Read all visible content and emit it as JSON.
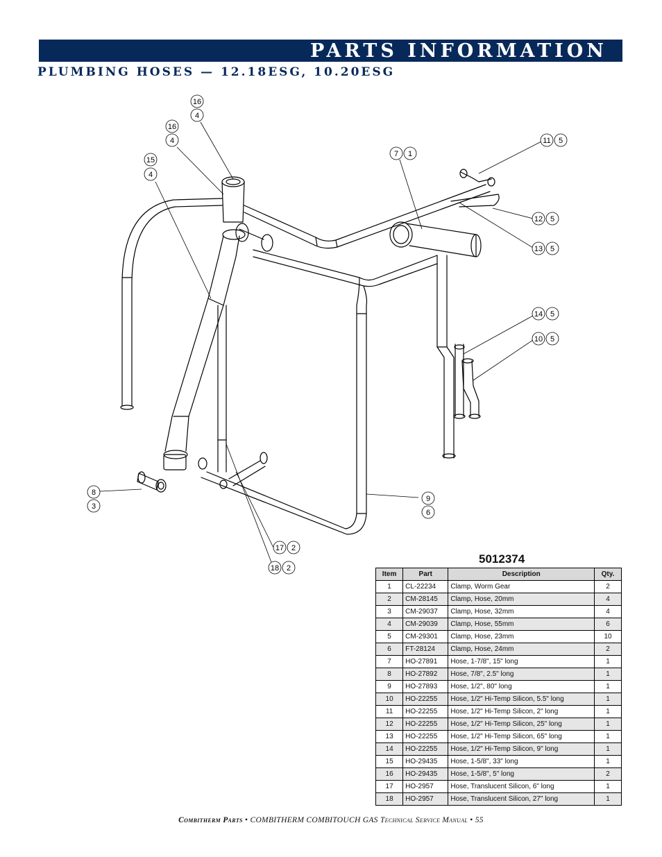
{
  "header": {
    "title": "PARTS INFORMATION"
  },
  "subtitle": "PLUMBING HOSES — 12.18ESG, 10.20ESG",
  "diagram": {
    "callouts": [
      {
        "item": "16",
        "qty": "4"
      },
      {
        "item": "16",
        "qty": "4"
      },
      {
        "item": "15",
        "qty": "4"
      },
      {
        "item": "7",
        "qty": "1"
      },
      {
        "item": "11",
        "qty": "5"
      },
      {
        "item": "12",
        "qty": "5"
      },
      {
        "item": "13",
        "qty": "5"
      },
      {
        "item": "14",
        "qty": "5"
      },
      {
        "item": "10",
        "qty": "5"
      },
      {
        "item": "8",
        "qty": "3"
      },
      {
        "item": "9",
        "qty": "6"
      },
      {
        "item": "17",
        "qty": "2"
      },
      {
        "item": "18",
        "qty": "2"
      }
    ]
  },
  "parts_table": {
    "kit_number": "5012374",
    "headers": {
      "item": "Item",
      "part": "Part",
      "description": "Description",
      "qty": "Qty."
    },
    "rows": [
      {
        "item": "1",
        "part": "CL-22234",
        "description": "Clamp, Worm Gear",
        "qty": "2"
      },
      {
        "item": "2",
        "part": "CM-28145",
        "description": "Clamp, Hose, 20mm",
        "qty": "4"
      },
      {
        "item": "3",
        "part": "CM-29037",
        "description": "Clamp, Hose, 32mm",
        "qty": "4"
      },
      {
        "item": "4",
        "part": "CM-29039",
        "description": "Clamp, Hose, 55mm",
        "qty": "6"
      },
      {
        "item": "5",
        "part": "CM-29301",
        "description": "Clamp, Hose, 23mm",
        "qty": "10"
      },
      {
        "item": "6",
        "part": "FT-28124",
        "description": "Clamp, Hose, 24mm",
        "qty": "2"
      },
      {
        "item": "7",
        "part": "HO-27891",
        "description": "Hose, 1-7/8\", 15\" long",
        "qty": "1"
      },
      {
        "item": "8",
        "part": "HO-27892",
        "description": "Hose, 7/8\", 2.5\" long",
        "qty": "1"
      },
      {
        "item": "9",
        "part": "HO-27893",
        "description": "Hose, 1/2\", 80\" long",
        "qty": "1"
      },
      {
        "item": "10",
        "part": "HO-22255",
        "description": "Hose, 1/2\" Hi-Temp Silicon, 5.5\" long",
        "qty": "1"
      },
      {
        "item": "11",
        "part": "HO-22255",
        "description": "Hose, 1/2\" Hi-Temp Silicon, 2\" long",
        "qty": "1"
      },
      {
        "item": "12",
        "part": "HO-22255",
        "description": "Hose, 1/2\" Hi-Temp Silicon, 25\" long",
        "qty": "1"
      },
      {
        "item": "13",
        "part": "HO-22255",
        "description": "Hose, 1/2\" Hi-Temp Silicon, 65\" long",
        "qty": "1"
      },
      {
        "item": "14",
        "part": "HO-22255",
        "description": "Hose, 1/2\" Hi-Temp Silicon, 9\" long",
        "qty": "1"
      },
      {
        "item": "15",
        "part": "HO-29435",
        "description": "Hose, 1-5/8\", 33\" long",
        "qty": "1"
      },
      {
        "item": "16",
        "part": "HO-29435",
        "description": "Hose, 1-5/8\", 5\" long",
        "qty": "2"
      },
      {
        "item": "17",
        "part": "HO-2957",
        "description": "Hose, Translucent Silicon, 6\" long",
        "qty": "1"
      },
      {
        "item": "18",
        "part": "HO-2957",
        "description": "Hose, Translucent Silicon, 27\" long",
        "qty": "1"
      }
    ]
  },
  "footer": {
    "brand": "Combitherm Parts",
    "separator": "•",
    "model": "COMBITHERM COMBITOUCH GAS",
    "manual": "Technical Service Manual",
    "page": "55"
  }
}
